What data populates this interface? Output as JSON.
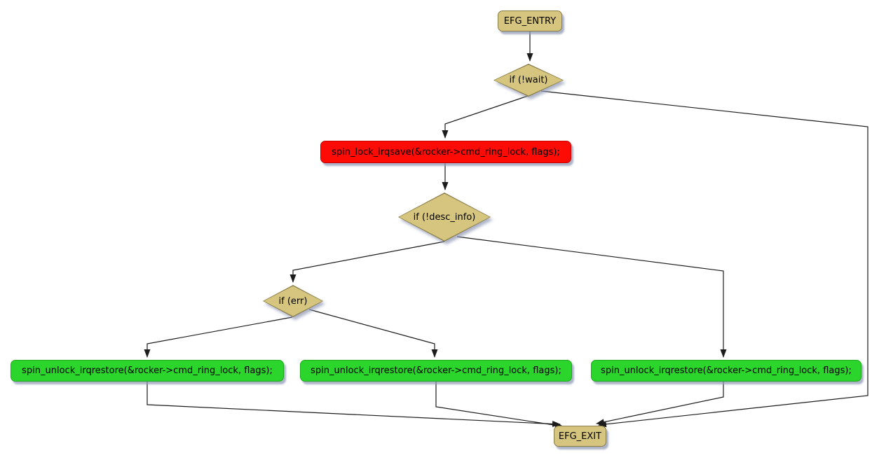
{
  "nodes": {
    "entry": {
      "label": "EFG_ENTRY"
    },
    "if_wait": {
      "label": "if (!wait)"
    },
    "spin_lock": {
      "label": "spin_lock_irqsave(&rocker->cmd_ring_lock, flags);"
    },
    "if_desc_info": {
      "label": "if (!desc_info)"
    },
    "if_err": {
      "label": "if (err)"
    },
    "spin_unlock_1": {
      "label": "spin_unlock_irqrestore(&rocker->cmd_ring_lock, flags);"
    },
    "spin_unlock_2": {
      "label": "spin_unlock_irqrestore(&rocker->cmd_ring_lock, flags);"
    },
    "spin_unlock_3": {
      "label": "spin_unlock_irqrestore(&rocker->cmd_ring_lock, flags);"
    },
    "exit": {
      "label": "EFG_EXIT"
    }
  },
  "edges": [
    {
      "from": "EFG_ENTRY",
      "to": "if (!wait)"
    },
    {
      "from": "if (!wait)",
      "to": "spin_lock_irqsave(&rocker->cmd_ring_lock, flags);"
    },
    {
      "from": "if (!wait)",
      "to": "EFG_EXIT"
    },
    {
      "from": "spin_lock_irqsave(&rocker->cmd_ring_lock, flags);",
      "to": "if (!desc_info)"
    },
    {
      "from": "if (!desc_info)",
      "to": "if (err)"
    },
    {
      "from": "if (!desc_info)",
      "to": "spin_unlock_irqrestore #3"
    },
    {
      "from": "if (err)",
      "to": "spin_unlock_irqrestore #1"
    },
    {
      "from": "if (err)",
      "to": "spin_unlock_irqrestore #2"
    },
    {
      "from": "spin_unlock_irqrestore #1",
      "to": "EFG_EXIT"
    },
    {
      "from": "spin_unlock_irqrestore #2",
      "to": "EFG_EXIT"
    },
    {
      "from": "spin_unlock_irqrestore #3",
      "to": "EFG_EXIT"
    }
  ],
  "colors": {
    "node_fill": "#d6c57e",
    "node_border": "#8b7d46",
    "highlight_red": "#fe0b06",
    "highlight_green": "#2bd52b",
    "edge": "#1c1c1c",
    "shadow": "#91a0b6"
  }
}
